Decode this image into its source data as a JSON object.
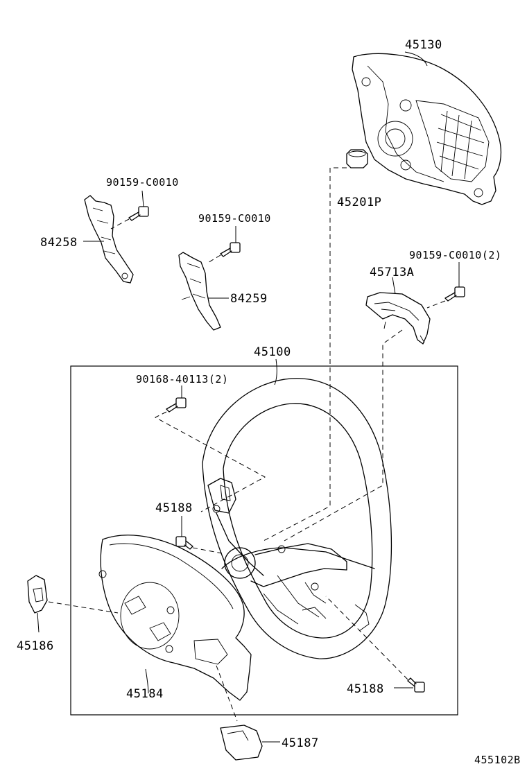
{
  "diagram": {
    "labels": {
      "l45130": "45130",
      "l90159_a": "90159-C0010",
      "l84258": "84258",
      "l90159_b": "90159-C0010",
      "l84259": "84259",
      "l45201P": "45201P",
      "l90159_c": "90159-C0010(2)",
      "l45713A": "45713A",
      "l45100": "45100",
      "l90168": "90168-40113(2)",
      "l45188_a": "45188",
      "l45186": "45186",
      "l45184": "45184",
      "l45188_b": "45188",
      "l45187": "45187",
      "figure_id": "455102B"
    }
  }
}
